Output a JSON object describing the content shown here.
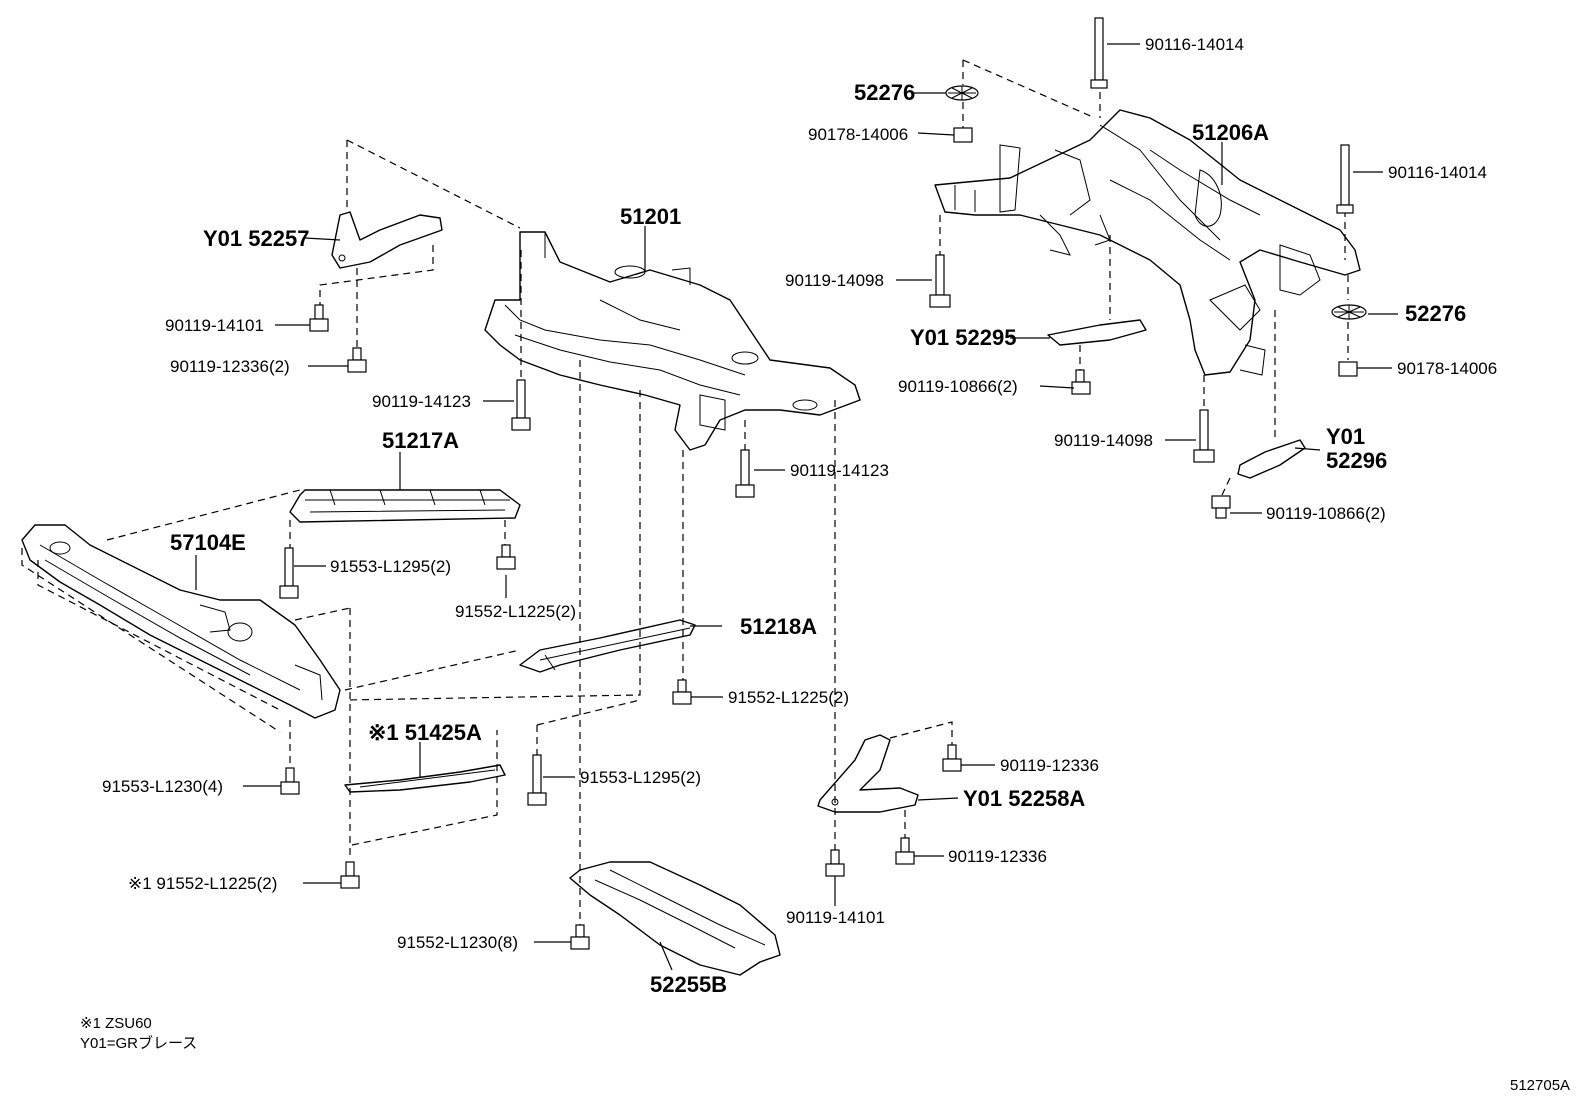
{
  "parts": {
    "p51201": "51201",
    "p51206A": "51206A",
    "p52276_top": "52276",
    "p52276_right": "52276",
    "p90116_top": "90116-14014",
    "p90116_right": "90116-14014",
    "p90178_top": "90178-14006",
    "p90178_right": "90178-14006",
    "p90119_14098_left": "90119-14098",
    "p90119_14098_mid": "90119-14098",
    "p52295": "Y01 52295",
    "p90119_10866_a": "90119-10866(2)",
    "p90119_10866_b": "90119-10866(2)",
    "p52296_y01": "Y01",
    "p52296": "52296",
    "p52257": "Y01 52257",
    "p90119_14101_top": "90119-14101",
    "p90119_12336_2": "90119-12336(2)",
    "p90119_14123_a": "90119-14123",
    "p90119_14123_b": "90119-14123",
    "p51217A": "51217A",
    "p57104E": "57104E",
    "p91553_L1295_a": "91553-L1295(2)",
    "p91552_L1225_a": "91552-L1225(2)",
    "p51218A": "51218A",
    "p91552_L1225_b": "91552-L1225(2)",
    "p51425A": "※1 51425A",
    "p91553_L1295_b": "91553-L1295(2)",
    "p91553_L1230": "91553-L1230(4)",
    "p91552_L1225_c": "※1 91552-L1225(2)",
    "p91552_L1230": "91552-L1230(8)",
    "p52255B": "52255B",
    "p90119_12336_a": "90119-12336",
    "p52258A": "Y01 52258A",
    "p90119_12336_b": "90119-12336",
    "p90119_14101_bottom": "90119-14101"
  },
  "notes": {
    "note1": "※1 ZSU60",
    "note2": "Y01=GRブレース"
  },
  "figure_id": "512705A"
}
